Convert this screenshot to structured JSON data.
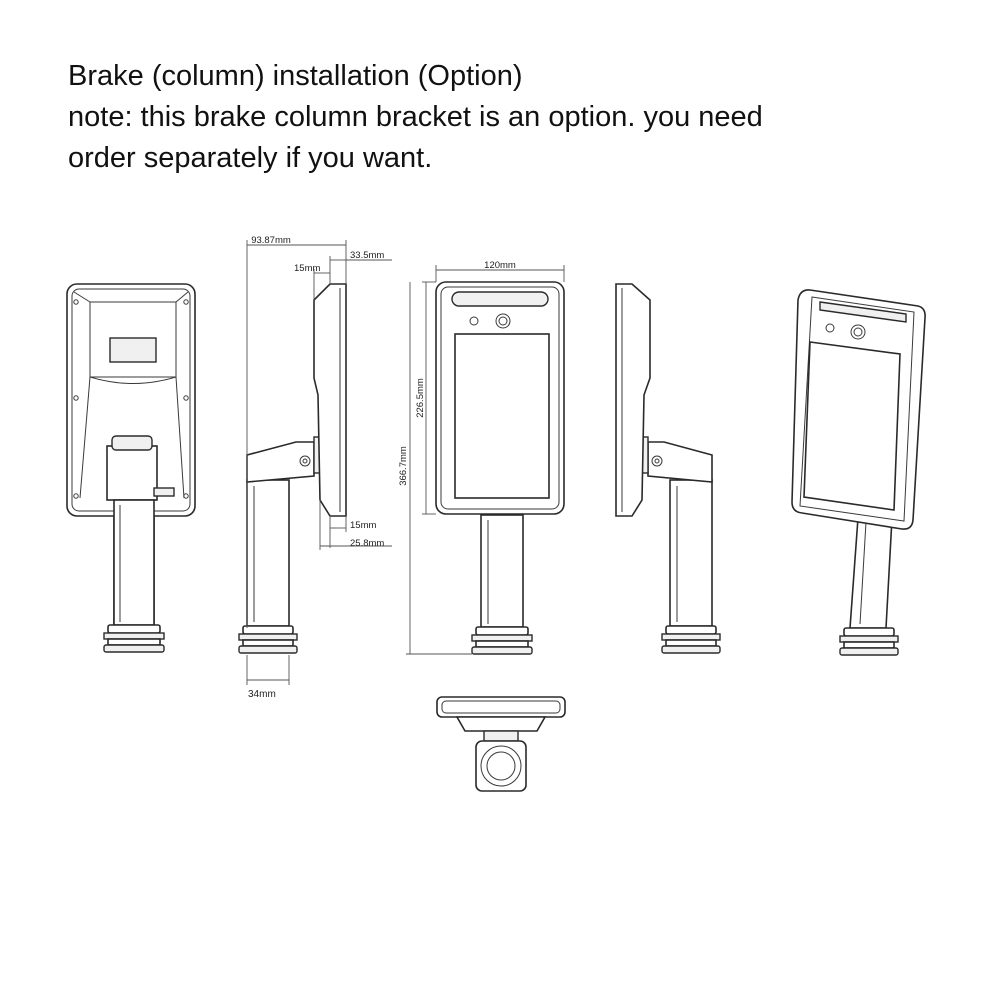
{
  "header": {
    "title": "Brake (column) installation (Option)",
    "note_line1": "note: this brake column bracket is an option. you need",
    "note_line2": "order separately if you want."
  },
  "dimensions": {
    "depth_total": "93.87mm",
    "depth_top": "33.5mm",
    "offset_top": "15mm",
    "width_front": "120mm",
    "height_screen": "226.5mm",
    "height_total": "366.7mm",
    "offset_bottom": "15mm",
    "depth_bottom": "25.8mm",
    "column_diameter": "34mm"
  }
}
